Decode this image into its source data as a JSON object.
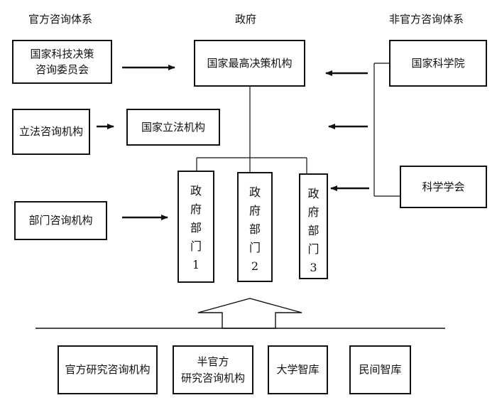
{
  "headers": {
    "official": "官方咨询体系",
    "government": "政府",
    "unofficial": "非官方咨询体系"
  },
  "boxes": {
    "tech_committee_line1": "国家科技决策",
    "tech_committee_line2": "咨询委员会",
    "supreme": "国家最高决策机构",
    "academy": "国家科学院",
    "legis_consult": "立法咨询机构",
    "legislature": "国家立法机构",
    "society": "科学学会",
    "dept_consult": "部门咨询机构"
  },
  "departments": [
    {
      "chars": [
        "政",
        "府",
        "部",
        "门",
        "1"
      ]
    },
    {
      "chars": [
        "政",
        "府",
        "部",
        "门",
        "2"
      ]
    },
    {
      "chars": [
        "政",
        "府",
        "部",
        "门",
        "3"
      ]
    }
  ],
  "bottom": {
    "official_research": "官方研究咨询机构",
    "semi_line1": "半官方",
    "semi_line2": "研究咨询机构",
    "university": "大学智库",
    "private": "民间智库"
  }
}
